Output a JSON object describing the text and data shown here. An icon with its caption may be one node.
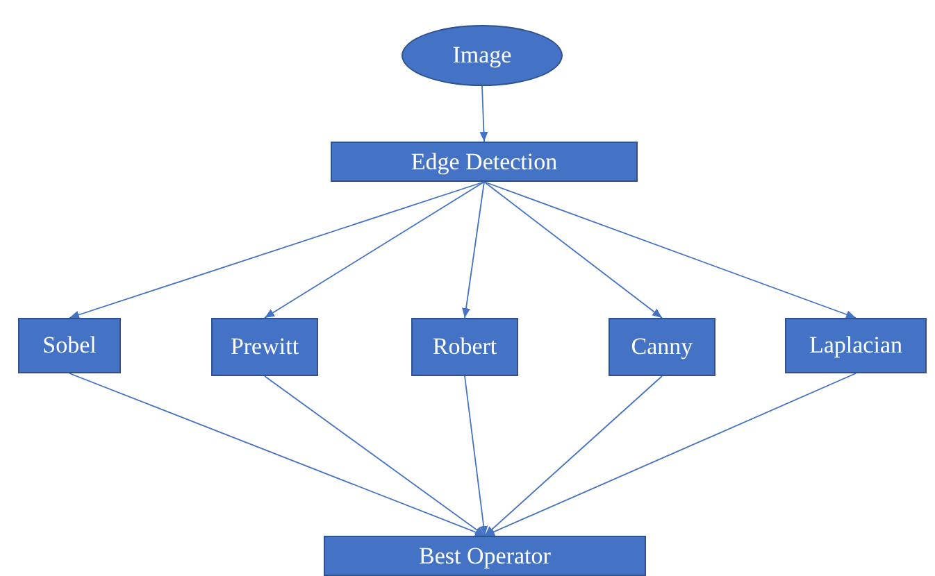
{
  "diagram": {
    "nodes": [
      {
        "text": [
          "Image"
        ]
      },
      {
        "text": [
          "Edge Detection"
        ]
      },
      {
        "text": [
          "Sobel"
        ]
      },
      {
        "text": [
          "Prewitt"
        ]
      },
      {
        "text": [
          "Robert"
        ]
      },
      {
        "text": [
          "Canny"
        ]
      },
      {
        "text": [
          "Laplacian"
        ]
      },
      {
        "text": [
          "Best Operator"
        ]
      }
    ],
    "edges": [
      {
        "from": 0,
        "to": 1,
        "arrow": "to"
      },
      {
        "from": 1,
        "to": 2,
        "arrow": "to"
      },
      {
        "from": 1,
        "to": 3,
        "arrow": "to"
      },
      {
        "from": 1,
        "to": 4,
        "arrow": "to"
      },
      {
        "from": 1,
        "to": 5,
        "arrow": "to"
      },
      {
        "from": 1,
        "to": 6,
        "arrow": "to"
      },
      {
        "from": 2,
        "to": 7,
        "arrow": "to"
      },
      {
        "from": 3,
        "to": 7,
        "arrow": "to"
      },
      {
        "from": 4,
        "to": 7,
        "arrow": "to"
      },
      {
        "from": 5,
        "to": 7,
        "arrow": "to"
      },
      {
        "from": 6,
        "to": 7,
        "arrow": "to"
      }
    ]
  }
}
